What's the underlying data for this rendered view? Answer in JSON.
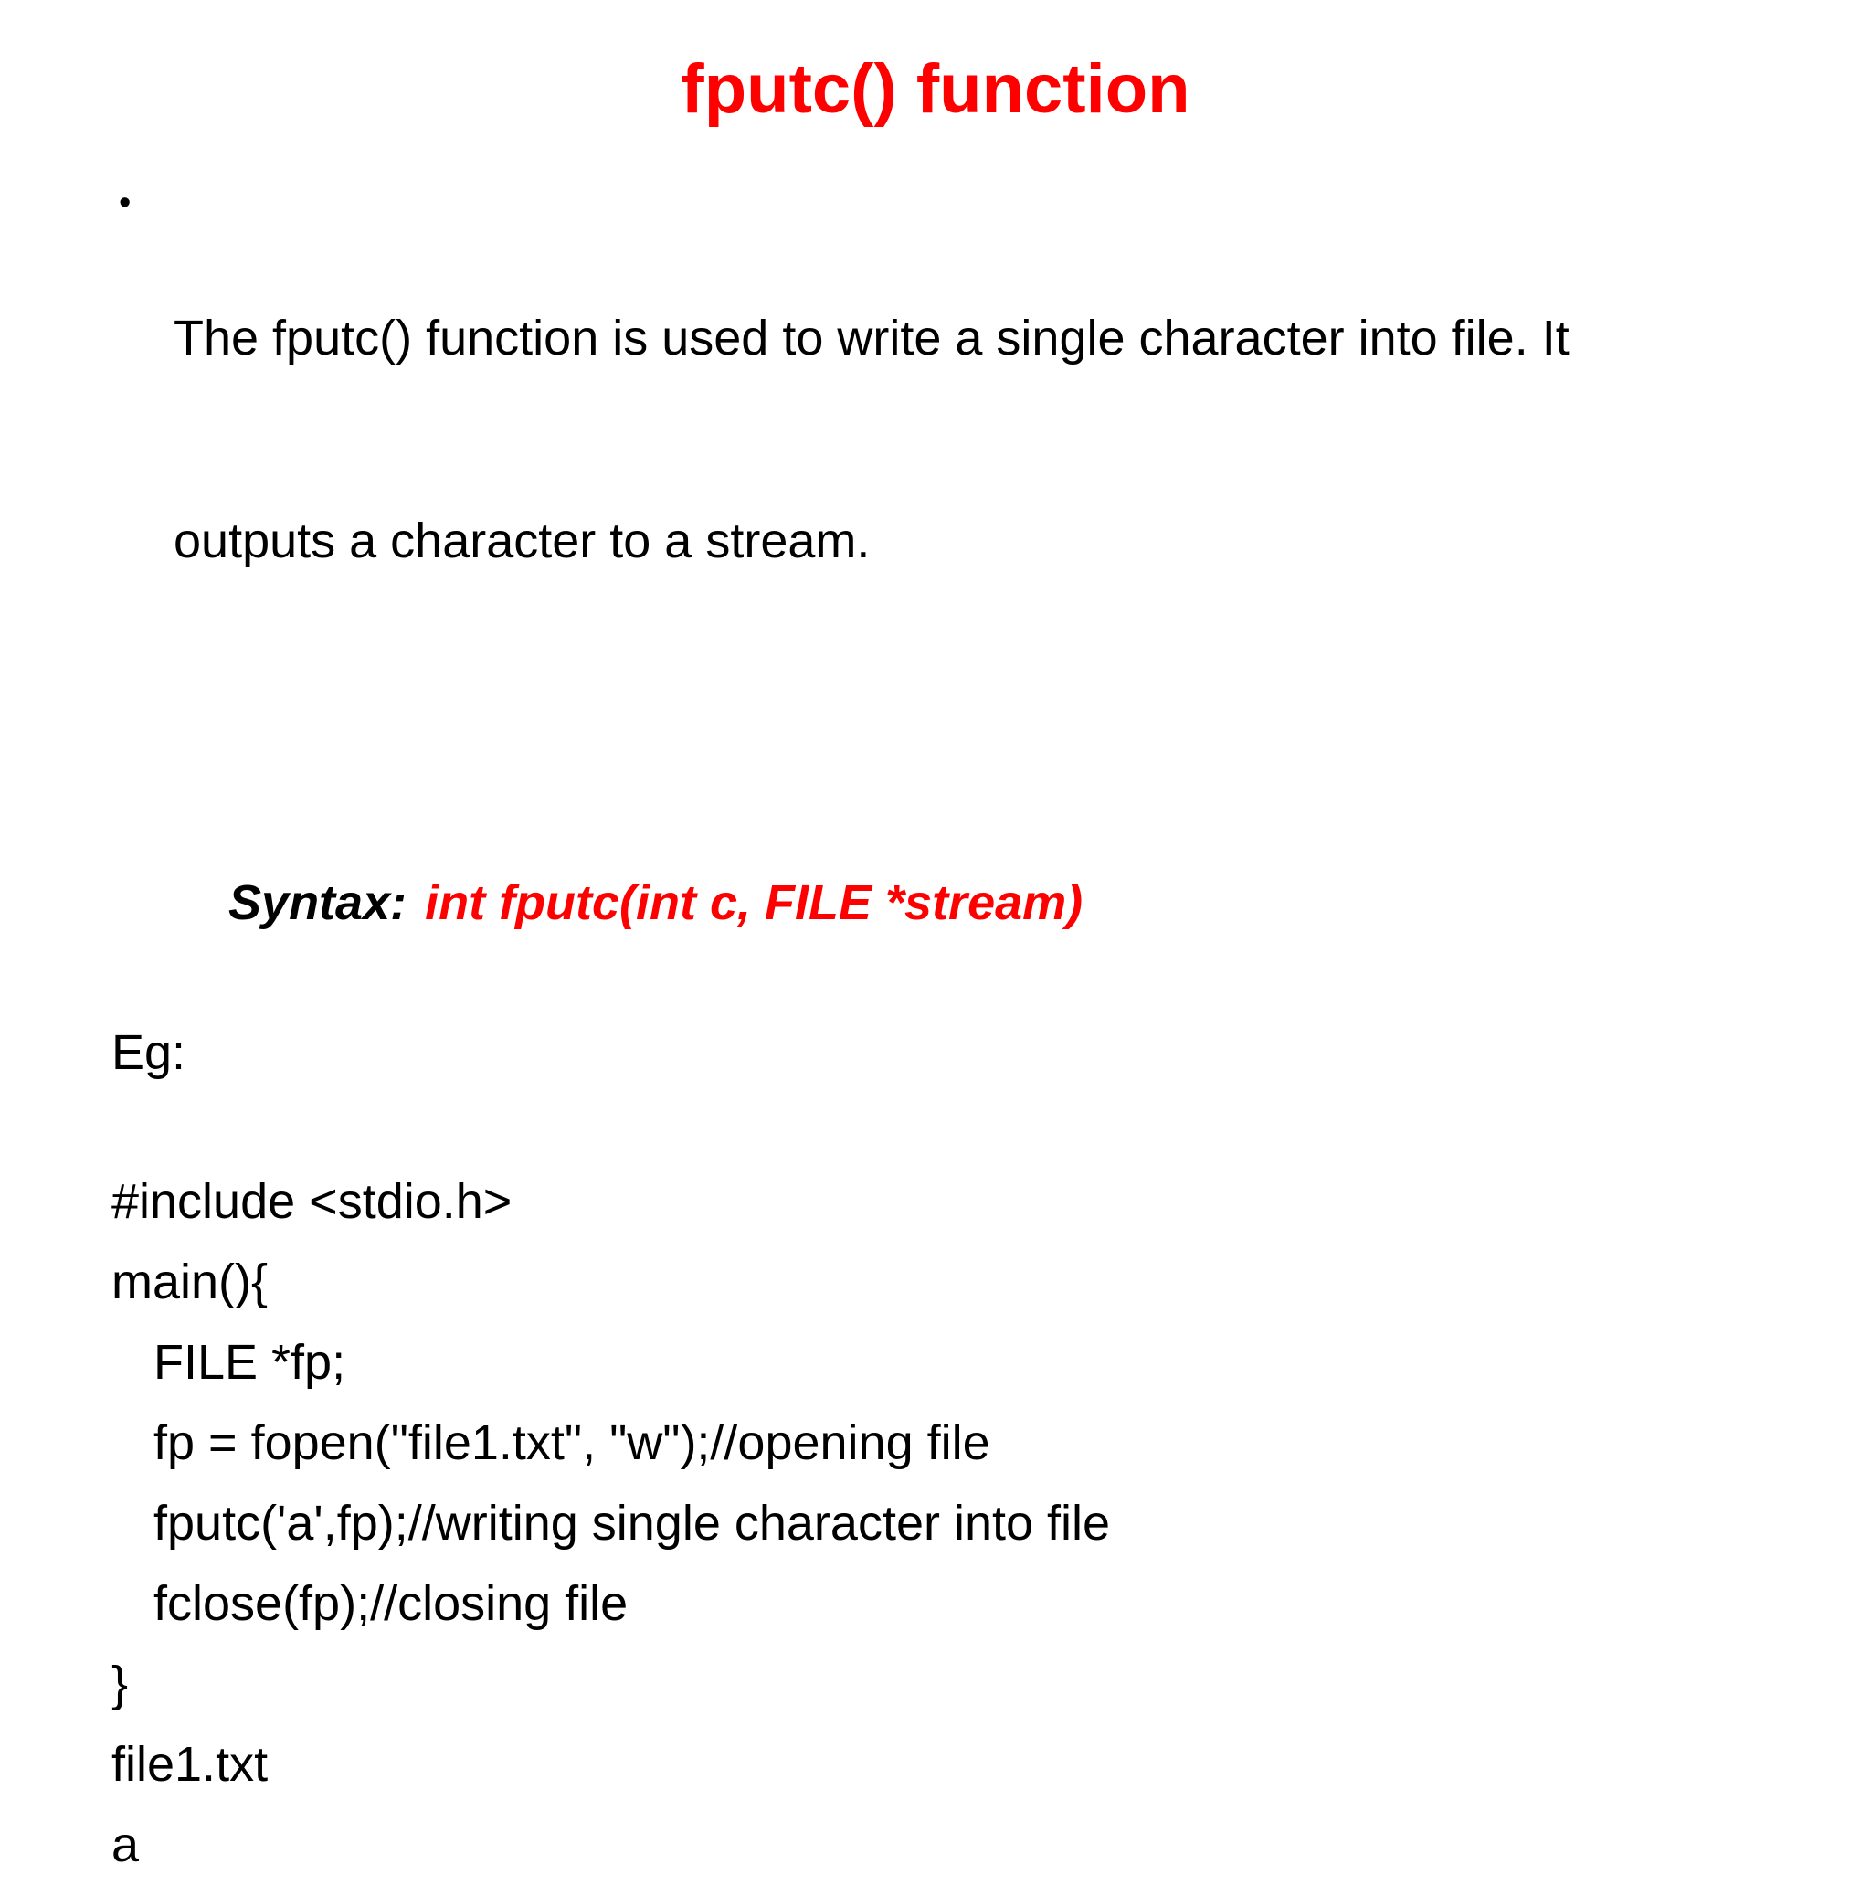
{
  "slide": {
    "title": "fputc() function",
    "bullet_marker": "•",
    "bullet_lines": [
      "The fputc() function is used to write a single character into file. It",
      "outputs a character to a stream."
    ],
    "syntax_label": "Syntax:",
    "syntax_code": "int fputc(int c, FILE *stream)",
    "example_label": "Eg:",
    "code_lines": [
      "#include <stdio.h>",
      "main(){",
      "FILE *fp;",
      "fp = fopen(\"file1.txt\", \"w\");//opening file",
      "fputc('a',fp);//writing single character into file",
      "fclose(fp);//closing file",
      "}",
      "file1.txt",
      "a"
    ],
    "colors": {
      "accent_red": "#ff0000",
      "body_text": "#000000",
      "background": "#ffffff"
    }
  }
}
